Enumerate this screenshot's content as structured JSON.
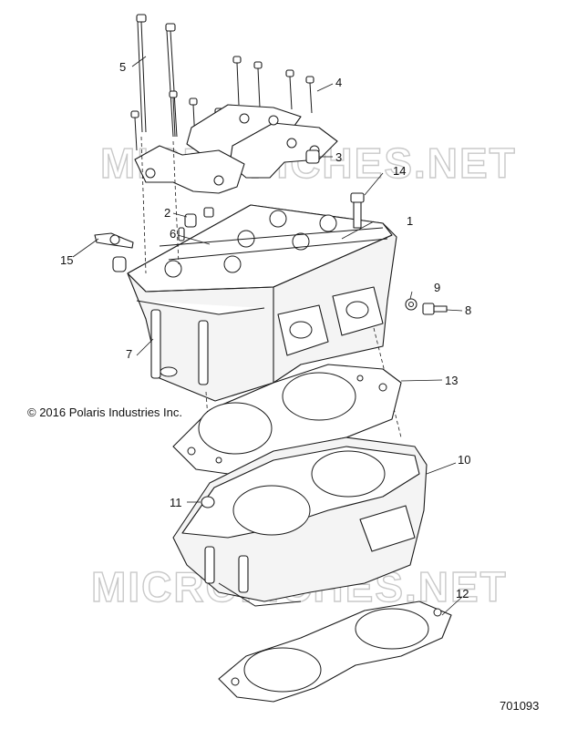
{
  "watermark": "MICROFICHES.NET",
  "copyright": "© 2016 Polaris Industries Inc.",
  "drawing_number": "701093",
  "callouts": [
    "1",
    "2",
    "3",
    "4",
    "5",
    "6",
    "7",
    "8",
    "9",
    "10",
    "11",
    "12",
    "13",
    "14",
    "15"
  ]
}
